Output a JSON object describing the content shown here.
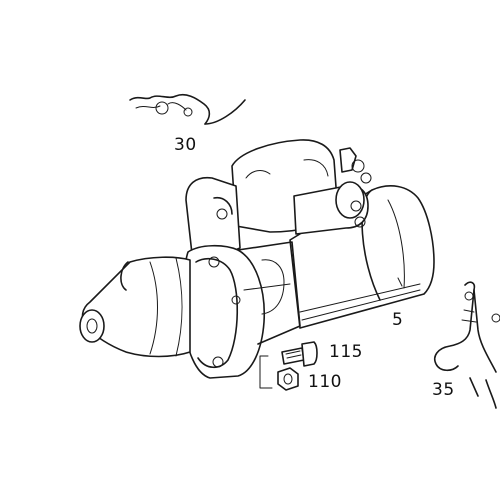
{
  "callouts": {
    "part_30": "30",
    "part_5": "5",
    "part_115": "115",
    "part_110": "110",
    "part_35": "35"
  }
}
